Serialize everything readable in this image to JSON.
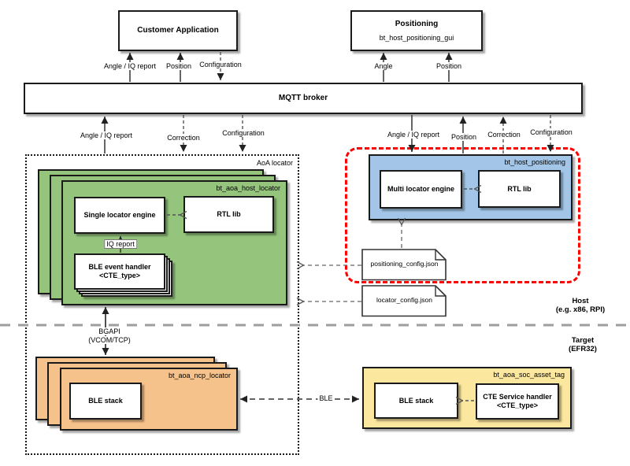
{
  "diagram": {
    "top": {
      "customer_application": "Customer Application",
      "positioning_title": "Positioning",
      "positioning_subtitle": "bt_host_positioning_gui",
      "mqtt_broker": "MQTT broker"
    },
    "labels": {
      "angle_iq_top": "Angle / IQ report",
      "position_top_left": "Position",
      "configuration_top_left": "Configuration",
      "angle_top_right": "Angle",
      "position_top_right": "Position",
      "angle_iq_mid_left": "Angle / IQ report",
      "correction_mid_left": "Correction",
      "configuration_mid_left": "Configuration",
      "angle_iq_mid_right": "Angle / IQ report",
      "position_mid_right": "Position",
      "correction_mid_right": "Correction",
      "configuration_mid_right": "Configuration",
      "bgapi_line1": "BGAPI",
      "bgapi_line2": "(VCOM/TCP)",
      "ble": "BLE",
      "iq_report": "IQ report"
    },
    "aoa_locator": {
      "title": "AoA locator",
      "host_locator": {
        "label": "bt_aoa_host_locator",
        "single_locator_engine": "Single locator engine",
        "rtl_lib": "RTL lib",
        "ble_event_handler_line1": "BLE event handler",
        "ble_event_handler_line2": "<CTE_type>"
      },
      "ncp_locator": {
        "label": "bt_aoa_ncp_locator",
        "ble_stack": "BLE stack"
      }
    },
    "host_positioning": {
      "label": "bt_host_positioning",
      "multi_locator_engine": "Multi locator engine",
      "rtl_lib": "RTL lib"
    },
    "files": {
      "positioning_config": "positioning_config.json",
      "locator_config": "locator_config.json"
    },
    "soc_asset_tag": {
      "label": "bt_aoa_soc_asset_tag",
      "ble_stack": "BLE stack",
      "cte_service_handler_line1": "CTE Service handler",
      "cte_service_handler_line2": "<CTE_type>"
    },
    "environment": {
      "host_line1": "Host",
      "host_line2": "(e.g. x86, RPI)",
      "target_line1": "Target",
      "target_line2": "(EFR32)"
    },
    "colors": {
      "green": "#95C57D",
      "blue": "#A3C6E8",
      "orange": "#F6C28B",
      "yellow": "#FBE79E",
      "red_outline": "#FF0000",
      "divider_gray": "#9E9E9E"
    }
  }
}
